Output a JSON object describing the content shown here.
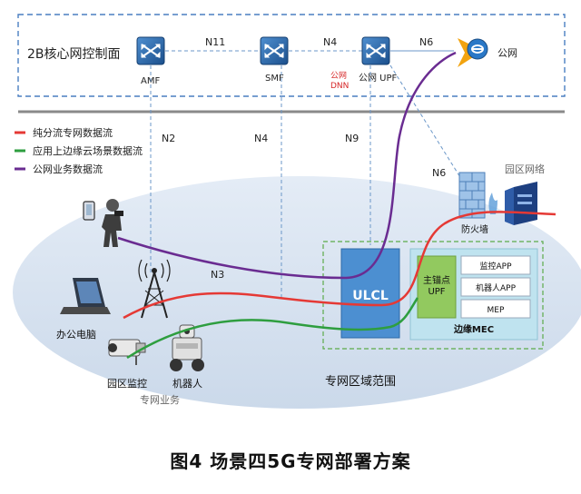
{
  "core": {
    "title": "2B核心网控制面",
    "amf": "AMF",
    "smf": "SMF",
    "upf": "公网 UPF",
    "dnn": [
      "公网",
      "DNN"
    ],
    "public_net": "公网"
  },
  "interfaces": {
    "n11": "N11",
    "n4_top": "N4",
    "n6_top": "N6",
    "n2": "N2",
    "n4": "N4",
    "n9": "N9",
    "n3": "N3",
    "n6": "N6"
  },
  "legend": [
    {
      "label": "纯分流专网数据流",
      "color": "#e53935"
    },
    {
      "label": "应用上边缘云场景数据流",
      "color": "#2e9e3f"
    },
    {
      "label": "公网业务数据流",
      "color": "#6a2c91"
    }
  ],
  "campus": {
    "campus_network": "园区网络",
    "firewall": "防火墙",
    "ulcl": "ULCL",
    "anchor_upf": [
      "主锚点",
      "UPF"
    ],
    "apps": [
      "监控APP",
      "机器人APP",
      "MEP"
    ],
    "edge_mec": "边缘MEC",
    "office_pc": "办公电脑",
    "camera": "园区监控",
    "robot": "机器人",
    "private_service": "专网业务",
    "private_area": "专网区域范围"
  },
  "caption": "图4  场景四5G专网部署方案"
}
